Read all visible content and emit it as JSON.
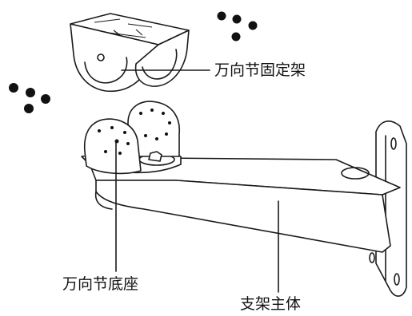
{
  "labels": {
    "universal_mount": "万向节固定架",
    "universal_base": "万向节底座",
    "bracket_body": "支架主体"
  },
  "colors": {
    "line": "#1a1a1a",
    "text": "#111111",
    "background": "#ffffff"
  }
}
